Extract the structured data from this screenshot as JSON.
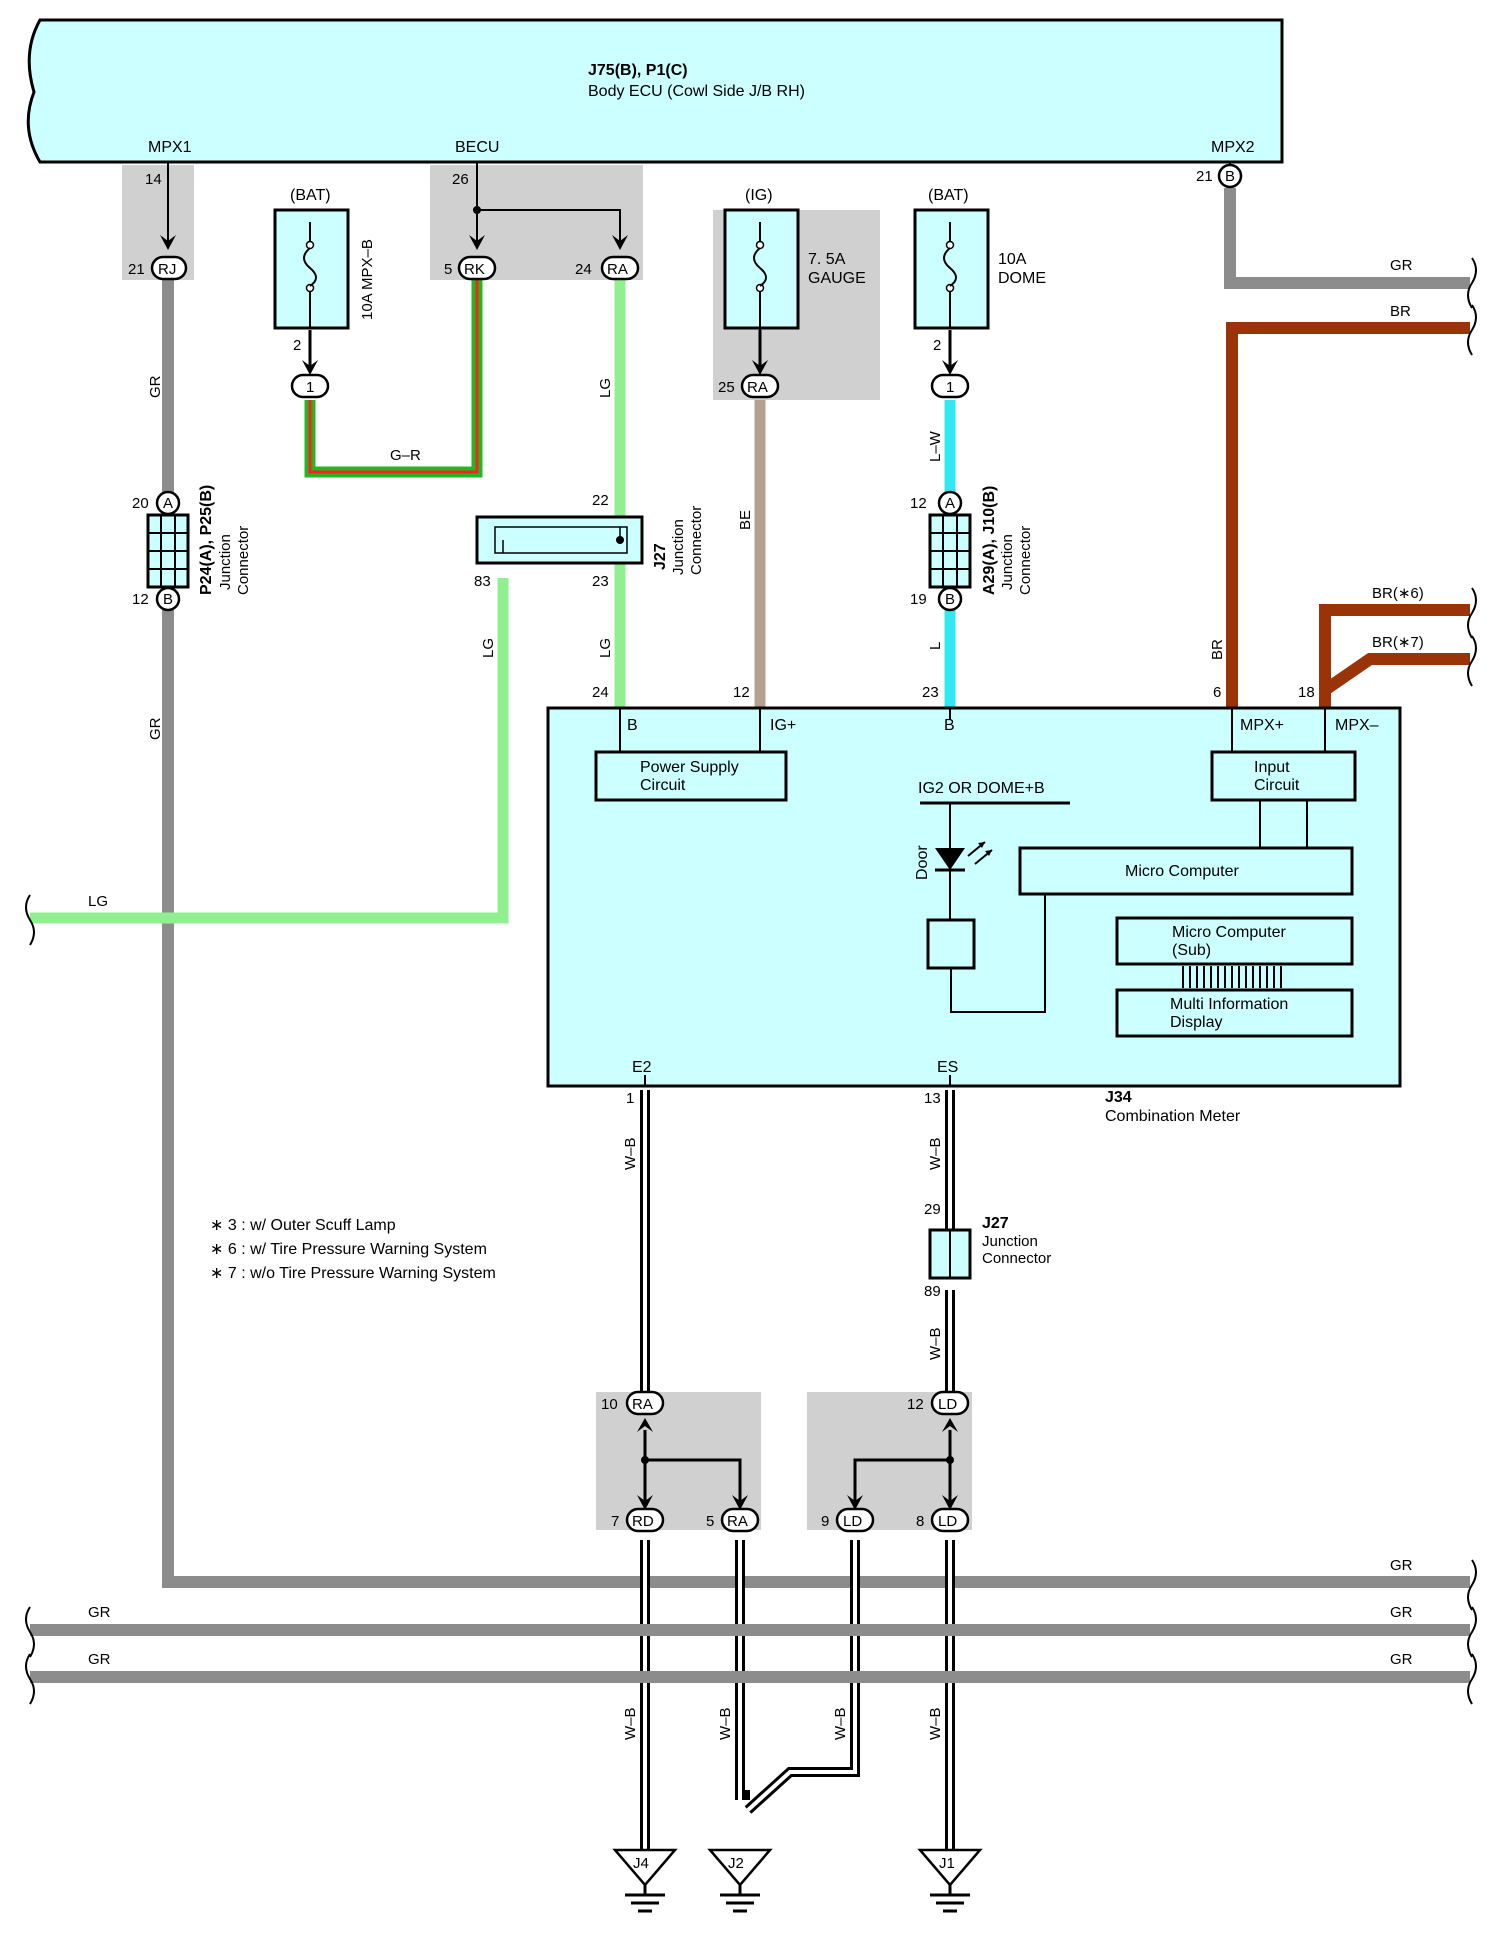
{
  "ecu": {
    "title": "J75(B), P1(C)",
    "subtitle": "Body ECU (Cowl Side J/B RH)",
    "pins": {
      "mpx1": "MPX1",
      "becu": "BECU",
      "mpx2": "MPX2"
    }
  },
  "pin_numbers": {
    "p14": "14",
    "p21a": "21",
    "p26": "26",
    "p5a": "5",
    "p24a": "24",
    "p21b": "21",
    "p2a": "2",
    "p2b": "2",
    "p25": "25",
    "p20": "20",
    "p12a": "12",
    "p22": "22",
    "p83": "83",
    "p23a": "23",
    "p12b": "12",
    "p19": "19",
    "p24b": "24",
    "p12c": "12",
    "p23b": "23",
    "p6": "6",
    "p18": "18",
    "p1": "1",
    "p13": "13",
    "p29": "29",
    "p89": "89",
    "p10": "10",
    "p12d": "12",
    "p7": "7",
    "p5b": "5",
    "p9": "9",
    "p8": "8"
  },
  "connectors": {
    "rj": "RJ",
    "rk": "RK",
    "ra1": "RA",
    "b_mpx2": "B",
    "one_a": "1",
    "ra2": "RA",
    "one_b": "1",
    "a_p24": "A",
    "b_p25": "B",
    "a_a29": "A",
    "b_j10": "B",
    "ra3": "RA",
    "rd": "RD",
    "ra4": "RA",
    "ld1": "LD",
    "ld2": "LD",
    "ld3": "LD"
  },
  "fuses": {
    "bat1": "(BAT)",
    "mpxb": "10A MPX–B",
    "ig": "(IG)",
    "gauge_amp": "7. 5A",
    "gauge": "GAUGE",
    "bat2": "(BAT)",
    "dome_amp": "10A",
    "dome": "DOME"
  },
  "wires": {
    "gr_left": "GR",
    "gr_left2": "GR",
    "g_r": "G–R",
    "lg_top": "LG",
    "lg_left": "LG",
    "lg_mid": "LG",
    "be": "BE",
    "l_w": "L–W",
    "l": "L",
    "br_v": "BR",
    "gr_r1": "GR",
    "br_r1": "BR",
    "br6": "BR(∗6)",
    "br7": "BR(∗7)",
    "wb1": "W–B",
    "wb2": "W–B",
    "wb3": "W–B",
    "wb4": "W–B",
    "wb5": "W–B",
    "wb6": "W–B",
    "wb7": "W–B",
    "gr_b1r": "GR",
    "gr_b2l": "GR",
    "gr_b2r": "GR",
    "gr_b3l": "GR",
    "gr_b3r": "GR"
  },
  "junctions": {
    "p24": {
      "code": "P24(A), P25(B)",
      "l1": "Junction",
      "l2": "Connector"
    },
    "j27a": {
      "code": "J27",
      "l1": "Junction",
      "l2": "Connector"
    },
    "a29": {
      "code": "A29(A), J10(B)",
      "l1": "Junction",
      "l2": "Connector"
    },
    "j27b": {
      "code": "J27",
      "l1": "Junction",
      "l2": "Connector"
    }
  },
  "meter": {
    "code": "J34",
    "name": "Combination Meter",
    "pin_b": "B",
    "pin_ig": "IG+",
    "pin_b2": "B",
    "pin_mpxp": "MPX+",
    "pin_mpxm": "MPX–",
    "pin_e2": "E2",
    "pin_es": "ES",
    "power1": "Power Supply",
    "power2": "Circuit",
    "input1": "Input",
    "input2": "Circuit",
    "ig2": "IG2 OR DOME+B",
    "door": "Door",
    "micro": "Micro Computer",
    "micro_sub1": "Micro Computer",
    "micro_sub2": "(Sub)",
    "mid1": "Multi Information",
    "mid2": "Display"
  },
  "notes": [
    "∗ 3 : w/ Outer Scuff Lamp",
    "∗ 6 : w/ Tire Pressure Warning System",
    "∗ 7 : w/o Tire Pressure Warning System"
  ],
  "grounds": {
    "j4": "J4",
    "j2": "J2",
    "j1": "J1"
  },
  "colors": {
    "gr": "#8c8c8c",
    "lg": "#90f090",
    "green": "#22b822",
    "red": "#ff2020",
    "be": "#b4a090",
    "lblue": "#30e8f0",
    "br": "#9a3308",
    "box": "#ccffff"
  }
}
